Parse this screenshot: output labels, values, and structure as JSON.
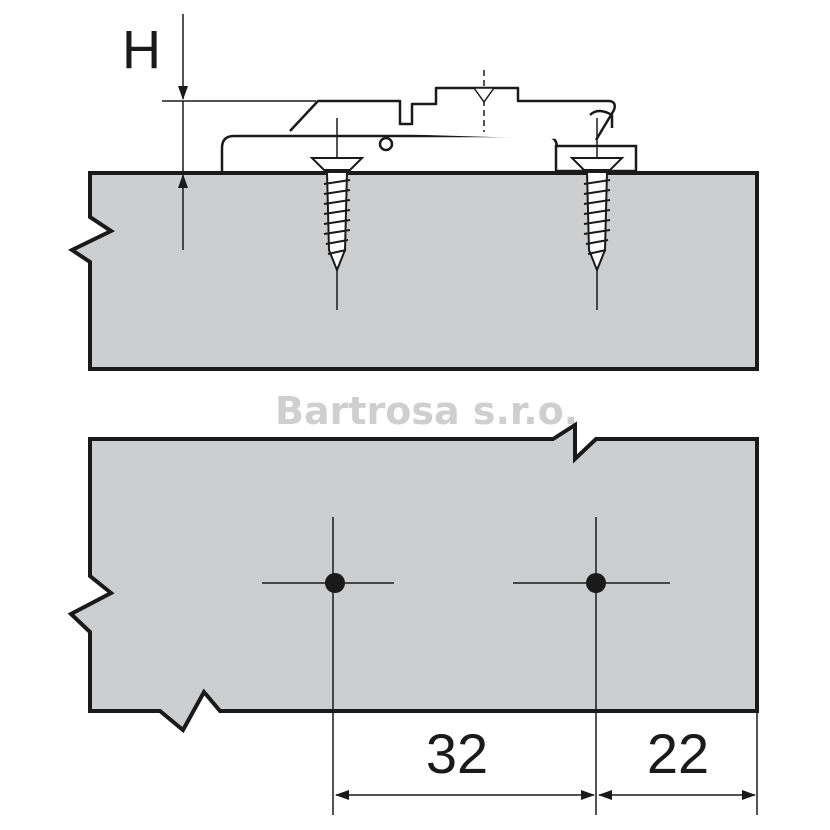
{
  "height_symbol": "H",
  "watermark": "Bartrosa s.r.o.",
  "dimensions": {
    "hole_spacing": "32",
    "edge_distance": "22"
  },
  "colors": {
    "panel_fill": "#cdcecf",
    "line": "#1a1a1a",
    "plate_fill": "#ffffff",
    "watermark": "#cfcfcf"
  }
}
